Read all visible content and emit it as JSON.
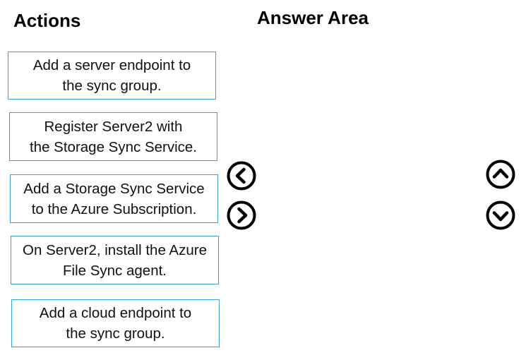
{
  "headings": {
    "actions": "Actions",
    "answer_area": "Answer Area"
  },
  "actions": [
    {
      "label": "Add a server endpoint to\nthe sync group."
    },
    {
      "label": "Register Server2 with\nthe Storage Sync Service."
    },
    {
      "label": "Add a Storage Sync Service\nto the Azure Subscription."
    },
    {
      "label": "On Server2, install the Azure\nFile Sync agent."
    },
    {
      "label": "Add a cloud endpoint to\nthe sync group."
    }
  ],
  "answer_area": {
    "items": []
  },
  "controls": {
    "move_left_icon": "chevron-left-circle",
    "move_right_icon": "chevron-right-circle",
    "move_up_icon": "chevron-up-circle",
    "move_down_icon": "chevron-down-circle"
  },
  "colors": {
    "box_border": "#3aa0d8",
    "text": "#000000",
    "background": "#ffffff"
  }
}
